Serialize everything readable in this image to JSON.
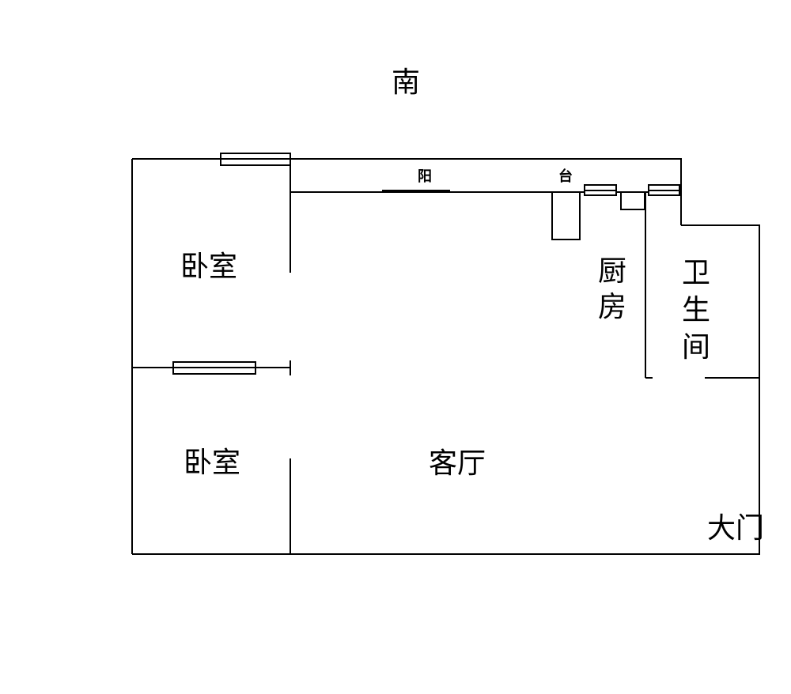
{
  "compass": {
    "label": "南"
  },
  "rooms": {
    "bedroom_top": "卧室",
    "bedroom_bottom": "卧室",
    "living_room": "客厅",
    "kitchen": [
      "厨",
      "房"
    ],
    "bathroom": [
      "卫",
      "生",
      "间"
    ],
    "balcony": [
      "阳",
      "台"
    ],
    "main_door": "大门"
  }
}
